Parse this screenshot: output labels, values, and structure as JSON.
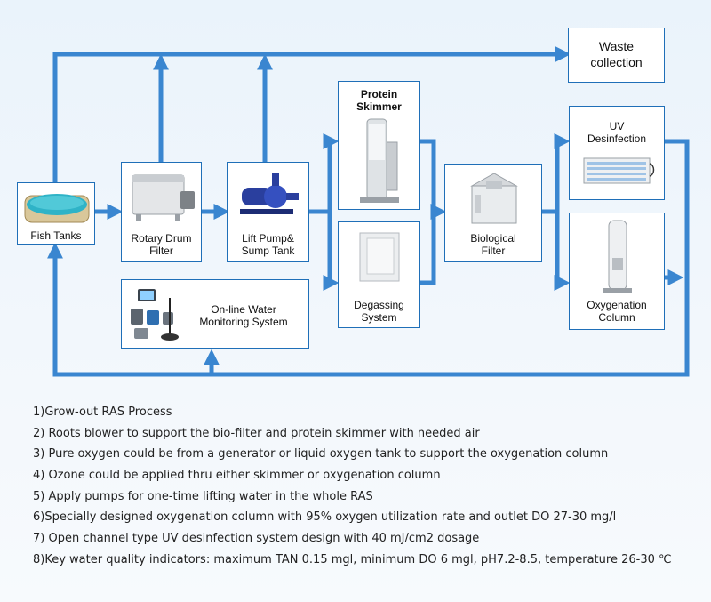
{
  "nodes": {
    "waste": "Waste\ncollection",
    "fish_tanks": "Fish Tanks",
    "drum_filter": "Rotary Drum\nFilter",
    "lift_pump": "Lift Pump&\nSump Tank",
    "protein_skimmer": "Protein\nSkimmer",
    "degassing": "Degassing\nSystem",
    "biological_filter": "Biological\nFilter",
    "uv": "UV\nDesinfection",
    "oxygenation": "Oxygenation\nColumn",
    "monitoring": "On-line Water\nMonitoring System"
  },
  "colors": {
    "flow": "#3a86d0",
    "border": "#1f6fb8"
  },
  "notes": [
    "1)Grow-out RAS Process",
    "2) Roots blower to support the bio-filter and protein skimmer with needed air",
    "3) Pure oxygen could be from a generator or liquid oxygen tank to support the oxygenation column",
    "4) Ozone could be applied thru either skimmer or oxygenation column",
    "5) Apply pumps for one-time lifting water in the whole RAS",
    "6)Specially designed oxygenation column with 95% oxygen utilization rate and outlet DO 27-30 mg/l",
    "7) Open channel type UV desinfection system design with 40 mJ/cm2 dosage",
    "8)Key water quality indicators: maximum TAN 0.15 mgl, minimum DO 6 mgl, pH7.2-8.5, temperature 26-30 ℃"
  ]
}
